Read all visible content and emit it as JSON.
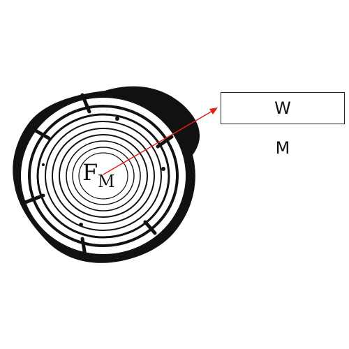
{
  "logo": {
    "letter_1": "F",
    "letter_2": "M"
  },
  "box_label": "W",
  "below_label": "M",
  "colors": {
    "arrow": "#e0201b",
    "ink": "#111111",
    "background": "#ffffff"
  },
  "icons": [
    "tree-ring-icon",
    "arrow-icon"
  ]
}
